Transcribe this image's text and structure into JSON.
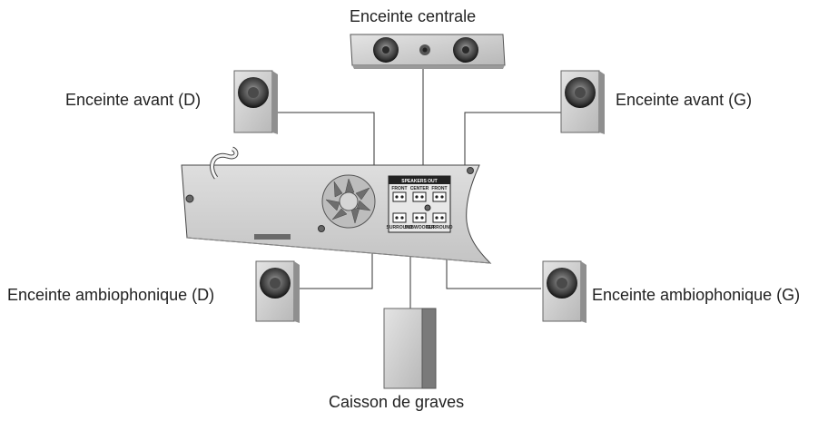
{
  "labels": {
    "center": "Enceinte centrale",
    "front_right": "Enceinte avant (D)",
    "front_left": "Enceinte avant (G)",
    "surround_right": "Enceinte ambiophonique (D)",
    "surround_left": "Enceinte ambiophonique (G)",
    "subwoofer": "Caisson de graves"
  },
  "panel": {
    "header": "SPEAKERS OUT",
    "top_jacks": [
      "FRONT",
      "CENTER",
      "FRONT"
    ],
    "bottom_jacks": [
      "SURROUND",
      "SUBWOOFER",
      "SURROUND"
    ]
  },
  "colors": {
    "line": "#333333",
    "speaker_body": "#c8c8c8",
    "speaker_dark": "#8c8c8c",
    "unit_body": "#d0d0d0",
    "panel_dark": "#222222"
  }
}
